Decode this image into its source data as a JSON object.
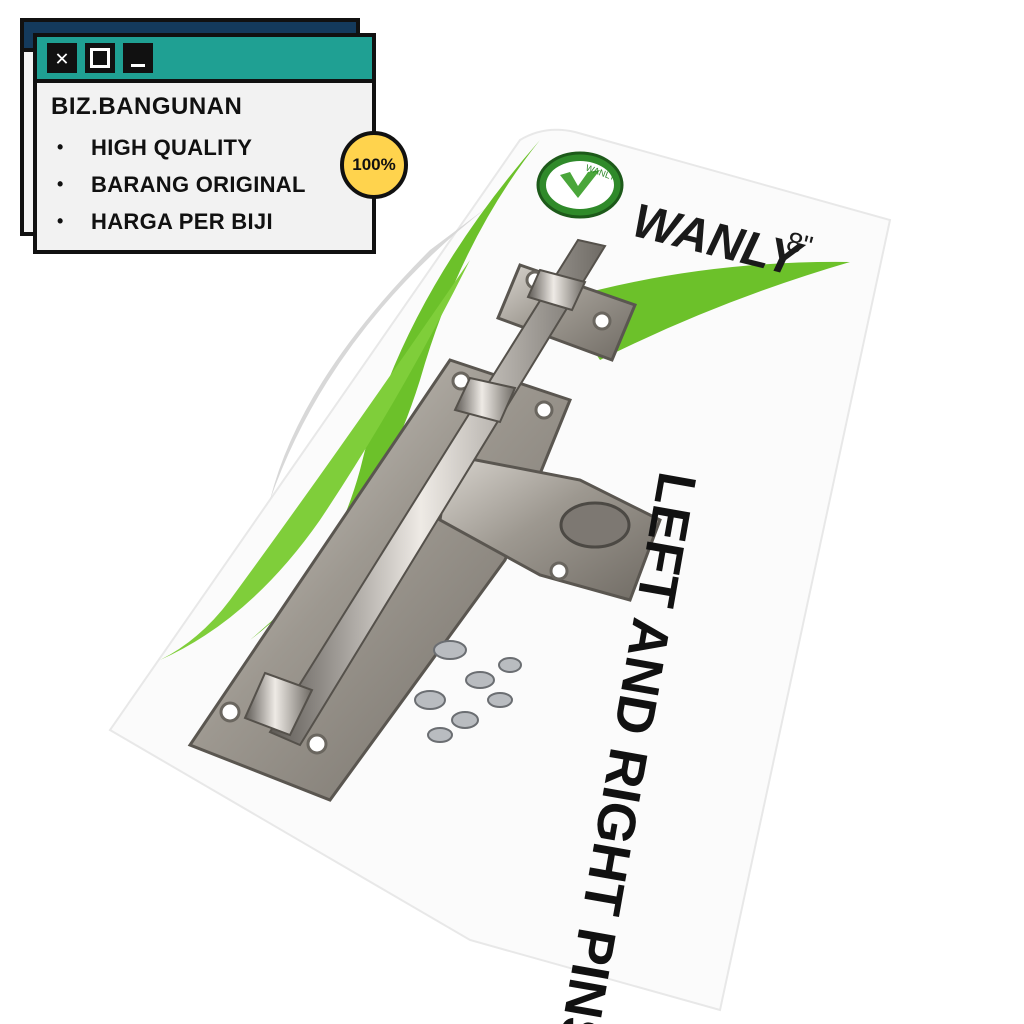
{
  "window": {
    "close_glyph": "✕",
    "store_name": "BIZ.BANGUNAN",
    "bullet_glyph": "•",
    "features": [
      "HIGH QUALITY",
      "BARANG ORIGINAL",
      "HARGA PER BIJI"
    ]
  },
  "badge": {
    "text": "100%"
  },
  "packaging": {
    "brand": "WANLY",
    "size": "8\"",
    "logo_text": "WANLY",
    "side_text": "LEFT AND RIGHT PINS"
  },
  "colors": {
    "titlebar": "#1fa093",
    "back_titlebar": "#143a5c",
    "badge": "#ffd34d",
    "brand_green": "#6cc12a"
  }
}
